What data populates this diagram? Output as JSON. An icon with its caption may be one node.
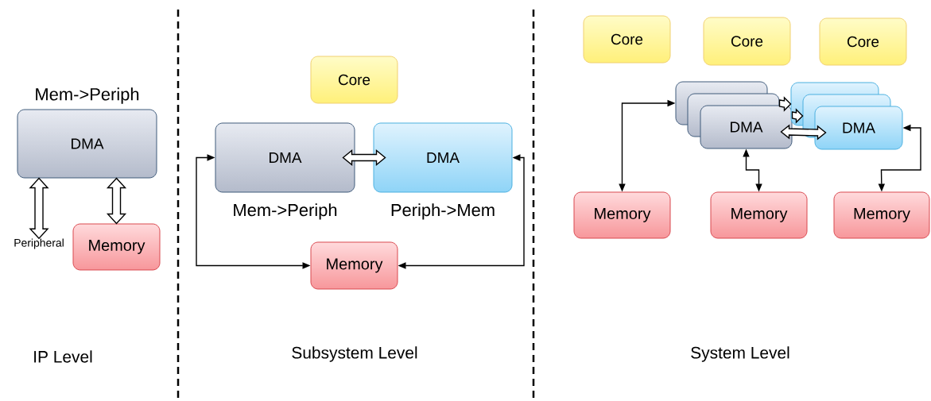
{
  "diagram": {
    "nodes": [
      {
        "text": [
          "Mem->Periph",
          "DMA"
        ]
      },
      {
        "text": [
          "Peripheral"
        ]
      },
      {
        "text": [
          "Memory"
        ]
      },
      {
        "text": [
          "Core"
        ]
      },
      {
        "text": [
          "DMA"
        ],
        "beside": [
          "Mem->Periph"
        ]
      },
      {
        "text": [
          "DMA"
        ],
        "beside": [
          "Periph->Mem"
        ]
      },
      {
        "text": [
          "Memory"
        ]
      },
      {
        "text": [
          "Core"
        ]
      },
      {
        "text": [
          "Core"
        ]
      },
      {
        "text": [
          "Core"
        ]
      },
      {
        "text": [],
        "shape": "box"
      },
      {
        "text": [],
        "shape": "box"
      },
      {
        "text": [
          "DMA"
        ]
      },
      {
        "text": [],
        "shape": "box"
      },
      {
        "text": [],
        "shape": "box"
      },
      {
        "text": [
          "DMA"
        ]
      },
      {
        "text": [
          "Memory"
        ]
      },
      {
        "text": [
          "Memory"
        ]
      },
      {
        "text": [
          "Memory"
        ]
      }
    ],
    "edges": [
      {
        "from": 0,
        "to": 1,
        "arrow": "both",
        "style": "thick"
      },
      {
        "from": 0,
        "to": 2,
        "arrow": "both",
        "style": "thick"
      },
      {
        "from": 4,
        "to": 5,
        "arrow": "both",
        "style": "thick"
      },
      {
        "from": 4,
        "to": 6,
        "arrow": "both"
      },
      {
        "from": 5,
        "to": 6,
        "arrow": "both"
      },
      {
        "from": 10,
        "to": 13,
        "arrow": "to",
        "style": "thick"
      },
      {
        "from": 11,
        "to": 14,
        "arrow": "to",
        "style": "thick"
      },
      {
        "from": 12,
        "to": 15,
        "arrow": "both",
        "style": "thick"
      },
      {
        "from": 10,
        "to": 16,
        "arrow": "both"
      },
      {
        "from": 12,
        "to": 17,
        "arrow": "both"
      },
      {
        "from": 15,
        "to": 18,
        "arrow": "both"
      }
    ],
    "labels": [
      "IP Level",
      "Subsystem Level",
      "System Level"
    ]
  }
}
